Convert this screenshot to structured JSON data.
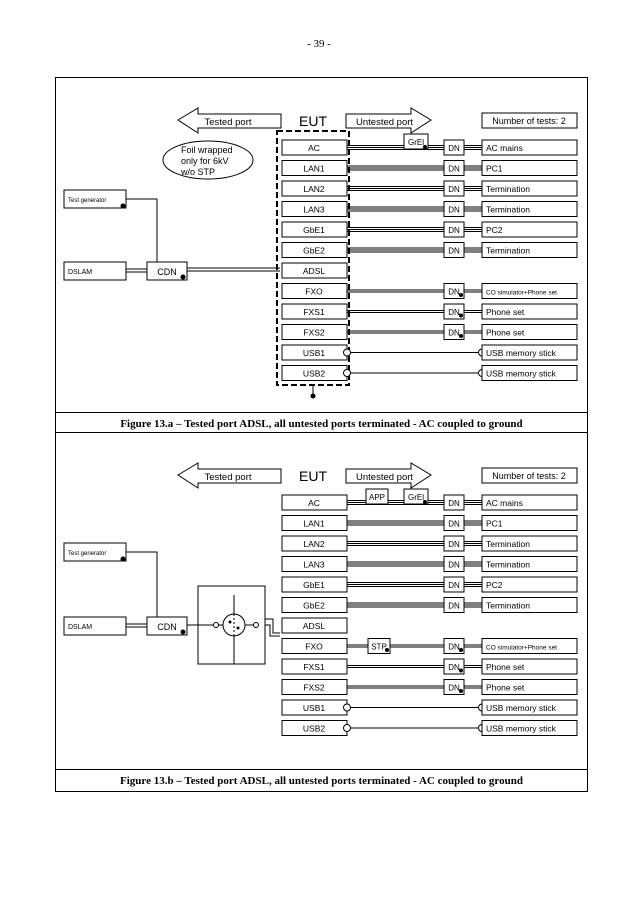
{
  "page_number": "- 39 -",
  "figure_a": {
    "caption": "Figure 13.a – Tested port ADSL, all untested ports terminated - AC coupled to ground",
    "tested_port": "Tested port",
    "eut": "EUT",
    "untested_port": "Untested port",
    "num_tests": "Number of tests: 2",
    "foil_note": [
      "Foil wrapped",
      "only for 6kV",
      "w/o STP"
    ],
    "test_generator": "Test generator",
    "dslam": "DSLAM",
    "cdn": "CDN",
    "gdt": "GrEl",
    "dn": "DN",
    "ports": [
      "AC",
      "LAN1",
      "LAN2",
      "LAN3",
      "GbE1",
      "GbE2",
      "ADSL",
      "FXO",
      "FXS1",
      "FXS2",
      "USB1",
      "USB2"
    ],
    "terminations": [
      "AC mains",
      "PC1",
      "Termination",
      "Termination",
      "PC2",
      "Termination",
      "",
      "CO simulator+Phone set",
      "Phone set",
      "Phone set",
      "USB memory stick",
      "USB memory stick"
    ]
  },
  "figure_b": {
    "caption": "Figure 13.b – Tested port ADSL, all untested ports terminated - AC coupled to ground",
    "tested_port": "Tested port",
    "eut": "EUT",
    "untested_port": "Untested port",
    "num_tests": "Number of tests: 2",
    "test_generator": "Test generator",
    "dslam": "DSLAM",
    "cdn": "CDN",
    "app": "APP",
    "gdt": "GrEl",
    "stp": "STP",
    "dn": "DN",
    "ports": [
      "AC",
      "LAN1",
      "LAN2",
      "LAN3",
      "GbE1",
      "GbE2",
      "ADSL",
      "FXO",
      "FXS1",
      "FXS2",
      "USB1",
      "USB2"
    ],
    "terminations": [
      "AC mains",
      "PC1",
      "Termination",
      "Termination",
      "PC2",
      "Termination",
      "",
      "CO simulator+Phone set",
      "Phone set",
      "Phone set",
      "USB memory stick",
      "USB memory stick"
    ]
  }
}
